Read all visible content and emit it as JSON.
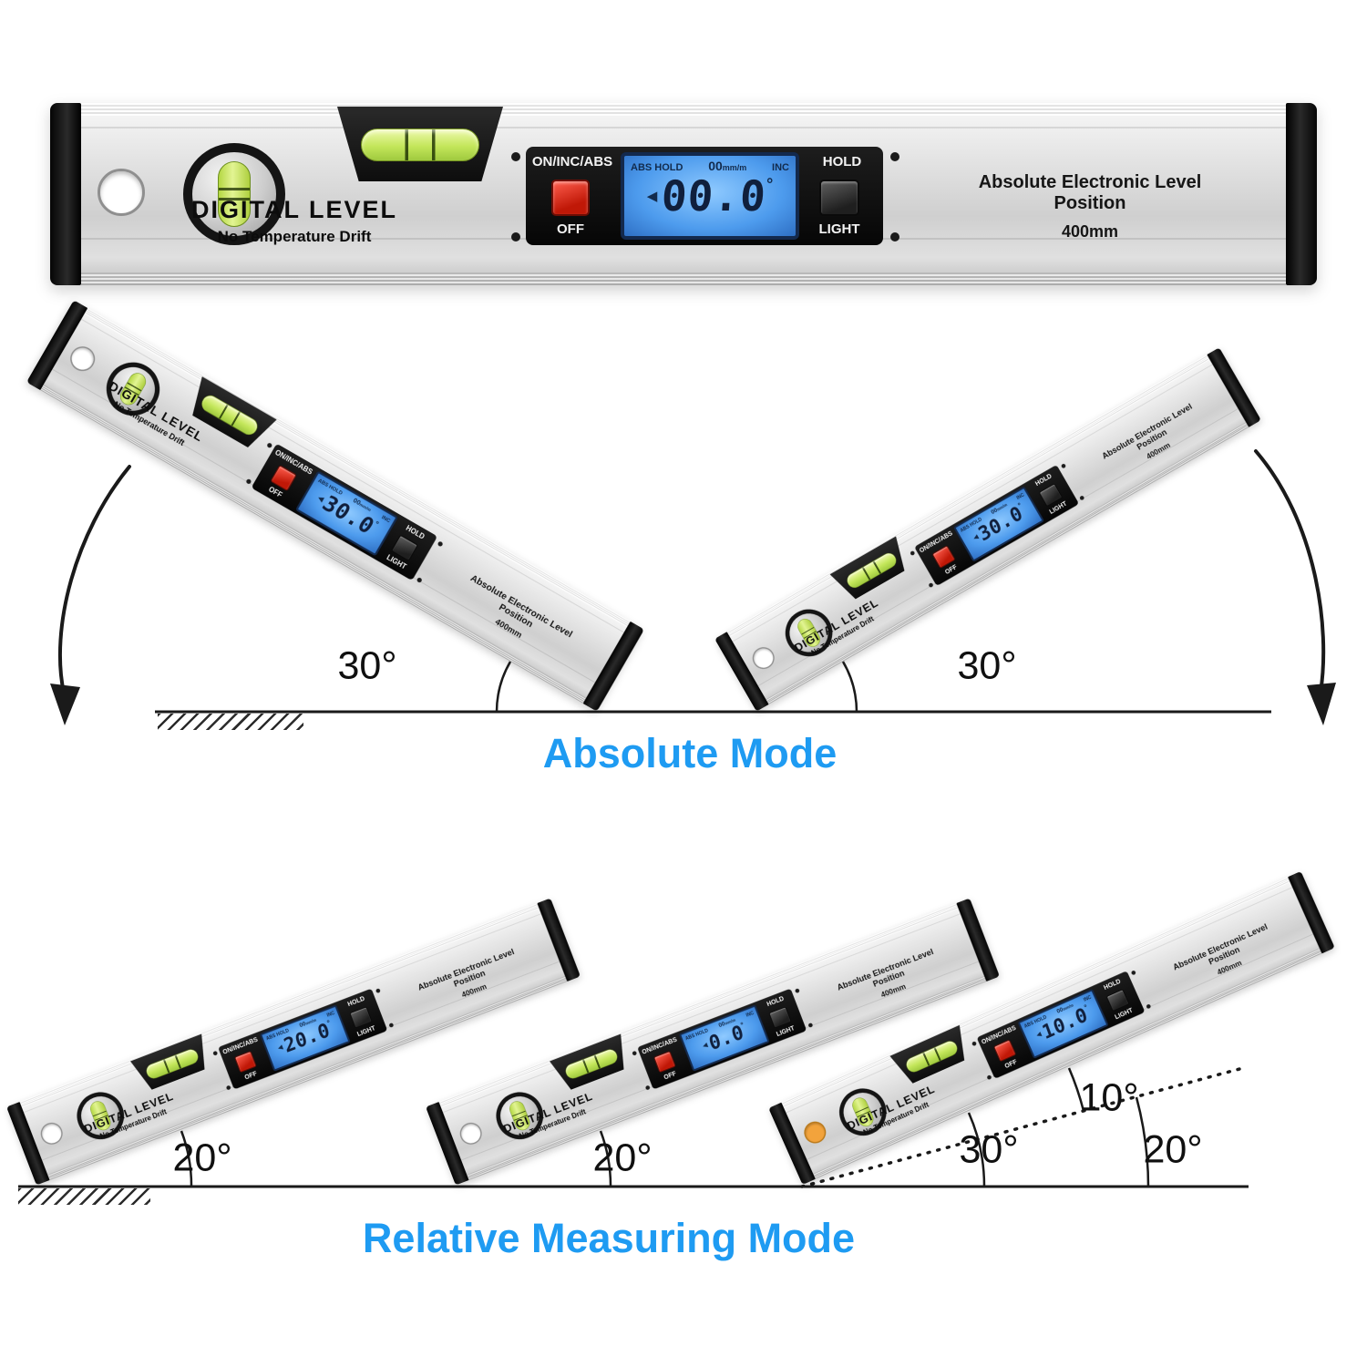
{
  "product": {
    "brand_title": "DIGITAL LEVEL",
    "brand_subtitle": "No Temperature Drift",
    "side_label": "Absolute Electronic Level Position",
    "side_length": "400mm",
    "buttons": {
      "on": "ON/INC/ABS",
      "off": "OFF",
      "hold": "HOLD",
      "light": "LIGHT"
    },
    "lcd": {
      "status_left": "ABS HOLD",
      "mm_value": "00",
      "mm_unit": "mm/m",
      "status_right": "INC",
      "pointer": "◀",
      "degree": "°"
    }
  },
  "levels": [
    {
      "name": "main-horizontal",
      "value": "00.0"
    },
    {
      "name": "absolute-left",
      "value": "30.0"
    },
    {
      "name": "absolute-right",
      "value": "30.0"
    },
    {
      "name": "relative-1",
      "value": "20.0"
    },
    {
      "name": "relative-2",
      "value": "0.0"
    },
    {
      "name": "relative-3",
      "value": "10.0"
    }
  ],
  "sections": {
    "absolute": {
      "label": "Absolute Mode",
      "angles": [
        "30°",
        "30°"
      ]
    },
    "relative": {
      "label": "Relative Measuring Mode",
      "angles": [
        "20°",
        "20°",
        "30°",
        "10°",
        "20°"
      ]
    }
  },
  "colors": {
    "mode_label_blue": "#1e9bf2",
    "lcd_backlight_blue": "#4d9bed",
    "power_button_red": "#d8281c",
    "vial_green": "#c3e65a",
    "body_silver": "#dadada",
    "line_black": "#1a1a1a"
  }
}
